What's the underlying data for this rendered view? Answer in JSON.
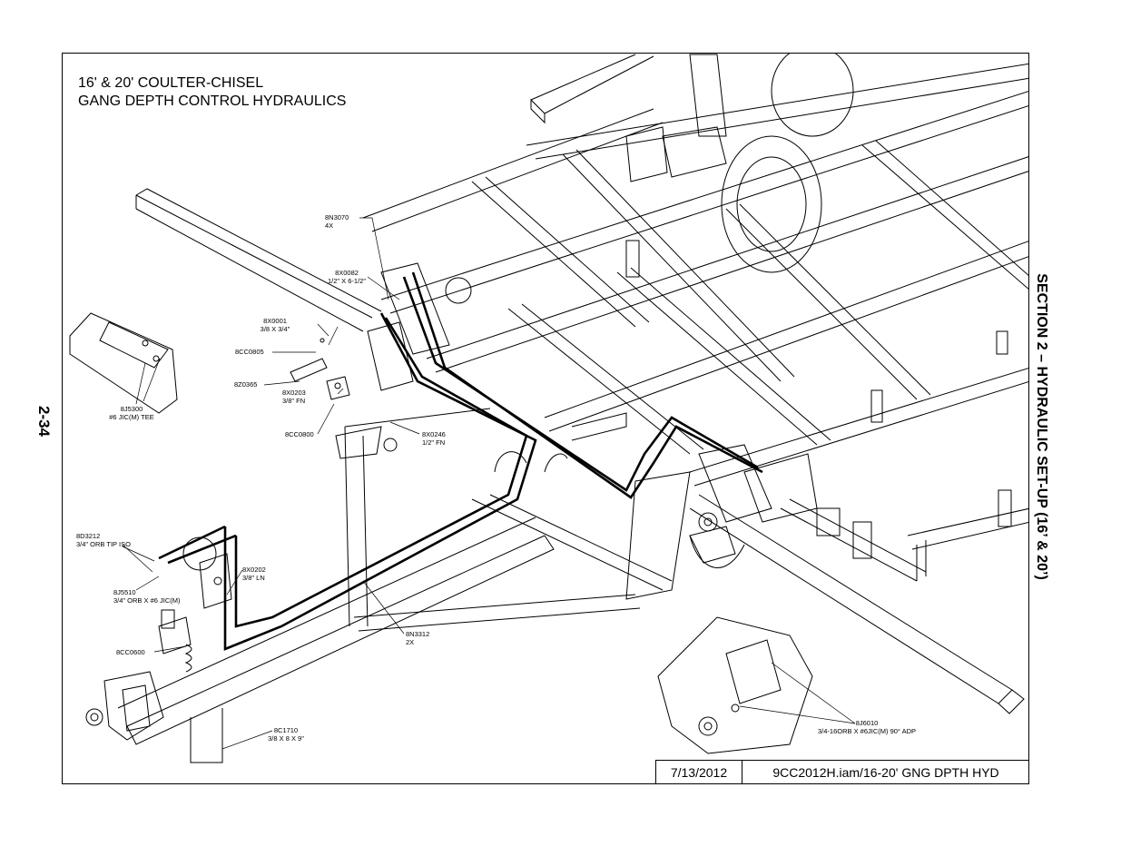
{
  "page_number": "2-34",
  "section_title": "SECTION 2 – HYDRAULIC SET-UP (16’ & 20’)",
  "title": {
    "line1": "16' & 20' COULTER-CHISEL",
    "line2": "GANG DEPTH CONTROL HYDRAULICS"
  },
  "title_block": {
    "date": "7/13/2012",
    "file": "9CC2012H.iam/16-20' GNG DPTH HYD"
  },
  "callouts": {
    "c8N3070": {
      "part": "8N3070",
      "desc": "4X"
    },
    "c8X0082": {
      "part": "8X0082",
      "desc": "1/2\" X 6-1/2\""
    },
    "c8X0001": {
      "part": "8X0001",
      "desc": "3/8 X 3/4\""
    },
    "c8CC0805": {
      "part": "8CC0805"
    },
    "c8Z0365": {
      "part": "8Z0365"
    },
    "c8X0203": {
      "part": "8X0203",
      "desc": "3/8\" FN"
    },
    "c8CC0800": {
      "part": "8CC0800"
    },
    "c8X0246": {
      "part": "8X0246",
      "desc": "1/2\" FN"
    },
    "c8J5300": {
      "part": "8J5300",
      "desc": "#6 JIC(M) TEE"
    },
    "c8D3212": {
      "part": "8D3212",
      "desc": "3/4\" ORB TIP ISO"
    },
    "c8J5510": {
      "part": "8J5510",
      "desc": "3/4\" ORB X #6 JIC(M)"
    },
    "c8X0202": {
      "part": "8X0202",
      "desc": "3/8\" LN"
    },
    "c8CC0600": {
      "part": "8CC0600"
    },
    "c8N3312": {
      "part": "8N3312",
      "desc": "2X"
    },
    "c8C1710": {
      "part": "8C1710",
      "desc": "3/8 X 8 X 9\""
    },
    "c8J6010": {
      "part": "8J6010",
      "desc": "3/4-16ORB X #6JIC(M) 90° ADP"
    }
  }
}
